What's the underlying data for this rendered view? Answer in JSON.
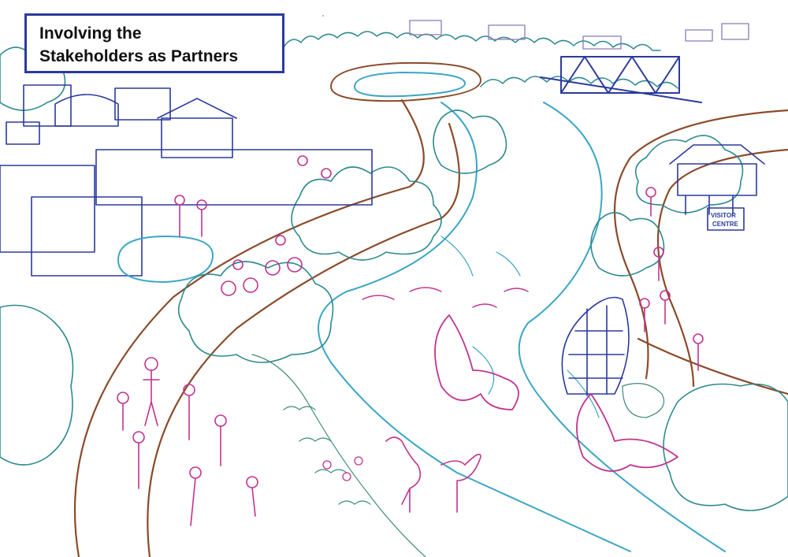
{
  "title": {
    "line1": "Involving the",
    "line2": "Stakeholders as Partners"
  },
  "signs": {
    "visitor_centre_line1": "VISITOR",
    "visitor_centre_line2": "CENTRE"
  },
  "colors": {
    "trees": "#2e8a8f",
    "buildings": "#2b3a9c",
    "path": "#8a4b2a",
    "river": "#3aa6c4",
    "wildlife": "#c2338f",
    "people": "#c2338f",
    "title_border": "#2b3a9c"
  }
}
